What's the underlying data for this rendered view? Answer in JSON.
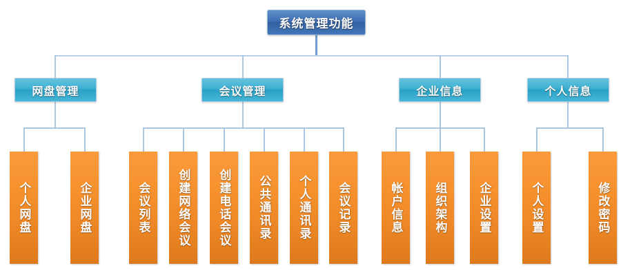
{
  "diagram": {
    "title": "系统管理功能",
    "root": {
      "label": "系统管理功能",
      "color": "#3f6fb5"
    },
    "branch_color": "#28a2c6",
    "leaf_color": "#ef8826",
    "connector_color": "#a9c6e3",
    "branches": [
      {
        "label": "网盘管理",
        "leaves": [
          {
            "label": "个人网盘"
          },
          {
            "label": "企业网盘"
          }
        ]
      },
      {
        "label": "会议管理",
        "leaves": [
          {
            "label": "会议列表"
          },
          {
            "label": "创建网络会议"
          },
          {
            "label": "创建电话会议"
          },
          {
            "label": "公共通讯录"
          },
          {
            "label": "个人通讯录"
          },
          {
            "label": "会议记录"
          }
        ]
      },
      {
        "label": "企业信息",
        "leaves": [
          {
            "label": "帐户信息"
          },
          {
            "label": "组织架构"
          },
          {
            "label": "企业设置"
          }
        ]
      },
      {
        "label": "个人信息",
        "leaves": [
          {
            "label": "个人设置"
          },
          {
            "label": "修改密码"
          }
        ]
      }
    ]
  }
}
